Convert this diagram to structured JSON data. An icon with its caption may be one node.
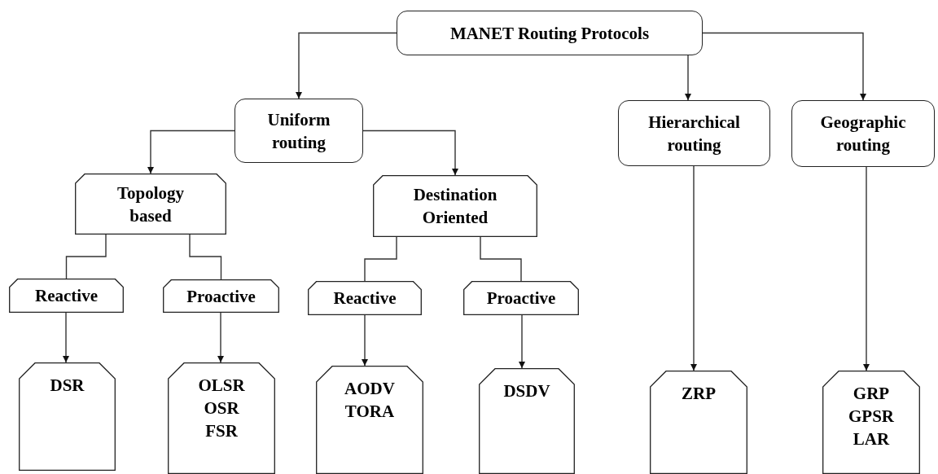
{
  "diagram": {
    "nodes": [
      {
        "text": [
          "MANET Routing Protocols"
        ]
      },
      {
        "text": [
          "Uniform routing"
        ]
      },
      {
        "text": [
          "Hierarchical routing"
        ]
      },
      {
        "text": [
          "Geographic routing"
        ]
      },
      {
        "text": [
          "Topology based"
        ]
      },
      {
        "text": [
          "Destination Oriented"
        ]
      },
      {
        "text": [
          "Reactive"
        ]
      },
      {
        "text": [
          "Proactive"
        ]
      },
      {
        "text": [
          "Reactive"
        ]
      },
      {
        "text": [
          "Proactive"
        ]
      },
      {
        "text": [
          "DSR"
        ]
      },
      {
        "text": [
          "OLSR OSR FSR"
        ]
      },
      {
        "text": [
          "AODV TORA"
        ]
      },
      {
        "text": [
          "DSDV"
        ]
      },
      {
        "text": [
          "ZRP"
        ]
      },
      {
        "text": [
          "GRP GPSR LAR"
        ]
      }
    ],
    "edges": [
      {
        "from": 0,
        "to": 1,
        "arrow": "to"
      },
      {
        "from": 0,
        "to": 2,
        "arrow": "to"
      },
      {
        "from": 0,
        "to": 3,
        "arrow": "to"
      },
      {
        "from": 1,
        "to": 4,
        "arrow": "to"
      },
      {
        "from": 1,
        "to": 5,
        "arrow": "to"
      },
      {
        "from": 4,
        "to": 6,
        "arrow": "none"
      },
      {
        "from": 4,
        "to": 7,
        "arrow": "none"
      },
      {
        "from": 5,
        "to": 8,
        "arrow": "none"
      },
      {
        "from": 5,
        "to": 9,
        "arrow": "none"
      },
      {
        "from": 6,
        "to": 10,
        "arrow": "to"
      },
      {
        "from": 7,
        "to": 11,
        "arrow": "to"
      },
      {
        "from": 8,
        "to": 12,
        "arrow": "to"
      },
      {
        "from": 9,
        "to": 13,
        "arrow": "to"
      },
      {
        "from": 2,
        "to": 14,
        "arrow": "to"
      },
      {
        "from": 3,
        "to": 15,
        "arrow": "to"
      }
    ]
  }
}
